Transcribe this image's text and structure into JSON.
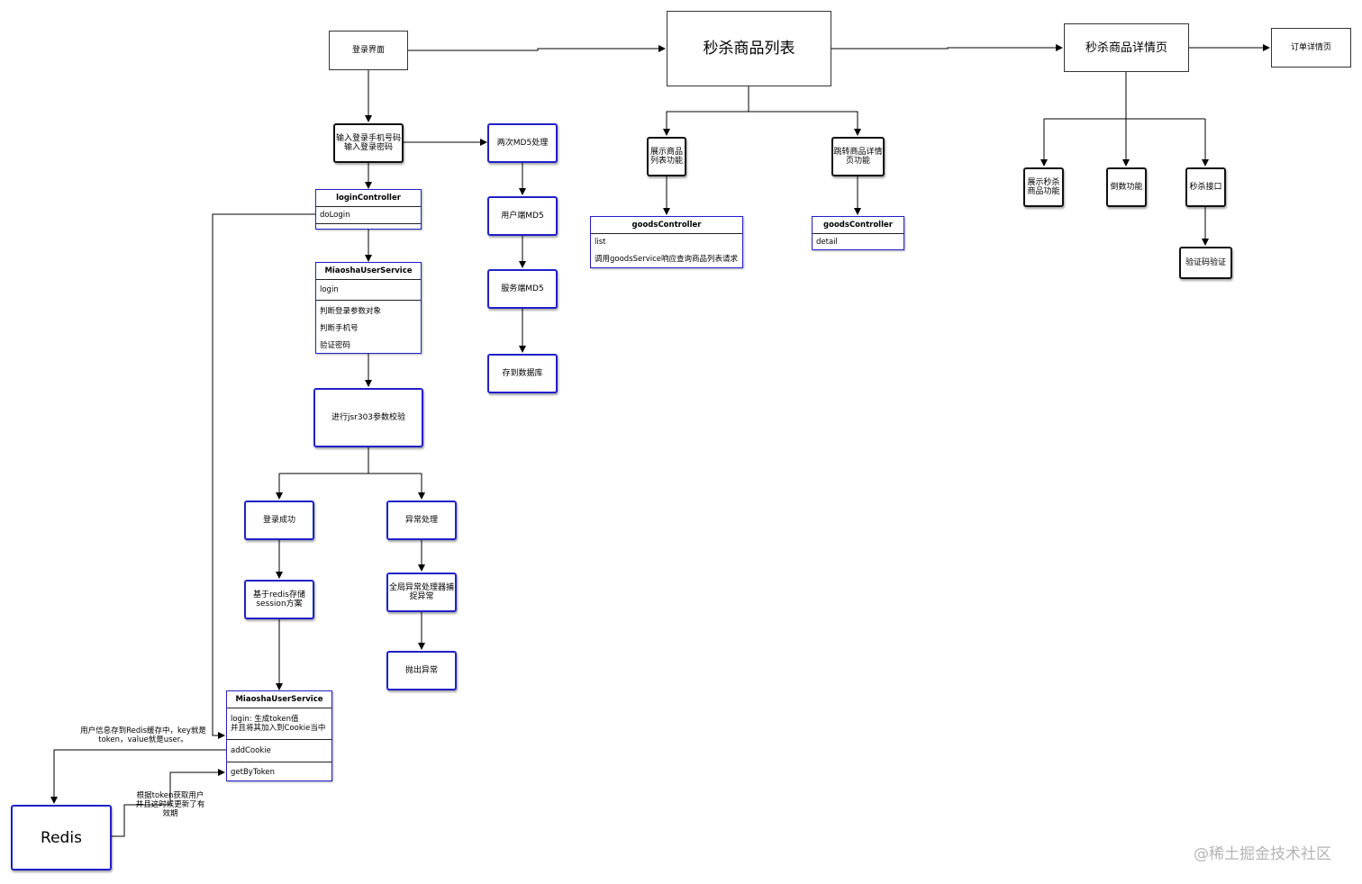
{
  "nodes": {
    "login_page": "登录界面",
    "seckill_list": "秒杀商品列表",
    "seckill_detail": "秒杀商品详情页",
    "order_detail": "订单详情页",
    "input_phone": "输入登录手机号码\n输入登录密码",
    "md5_twice": "两次MD5处理",
    "md5_client": "用户端MD5",
    "md5_server": "服务端MD5",
    "save_db": "存到数据库",
    "jsr303": "进行jsr303参数校验",
    "login_success": "登录成功",
    "exception": "异常处理",
    "redis_session": "基于redis存储\nsession方案",
    "global_exception": "全局异常处理器捕\n捉异常",
    "throw_exception": "抛出异常",
    "redis": "Redis",
    "show_list": "展示商品\n列表功能",
    "goto_detail": "跳转商品详情\n页功能",
    "show_seckill": "展示秒杀\n商品功能",
    "countdown": "倒数功能",
    "seckill_api": "秒杀接口",
    "captcha": "验证码验证"
  },
  "classes": {
    "login_controller": {
      "title": "loginController",
      "rows": [
        "doLogin"
      ]
    },
    "user_service_1": {
      "title": "MiaoshaUserService",
      "rows": [
        "login",
        "判断登录参数对象",
        "判断手机号",
        "验证密码"
      ]
    },
    "user_service_2": {
      "title": "MiaoshaUserService",
      "rows": [
        "login: 生成token值\n并且将其加入到Cookie当中",
        "addCookie",
        "getByToken"
      ]
    },
    "goods_controller_1": {
      "title": "goodsController",
      "rows": [
        "list",
        "调用goodsService响应查询商品列表请求"
      ]
    },
    "goods_controller_2": {
      "title": "goodsController",
      "rows": [
        "detail"
      ]
    }
  },
  "notes": {
    "redis_store": "用户信息存到Redis缓存中，key就是\ntoken，value就是user。",
    "token_lookup": "根据token获取用户\n并且这时候更新了有\n效期"
  },
  "watermark": "@稀土掘金技术社区"
}
